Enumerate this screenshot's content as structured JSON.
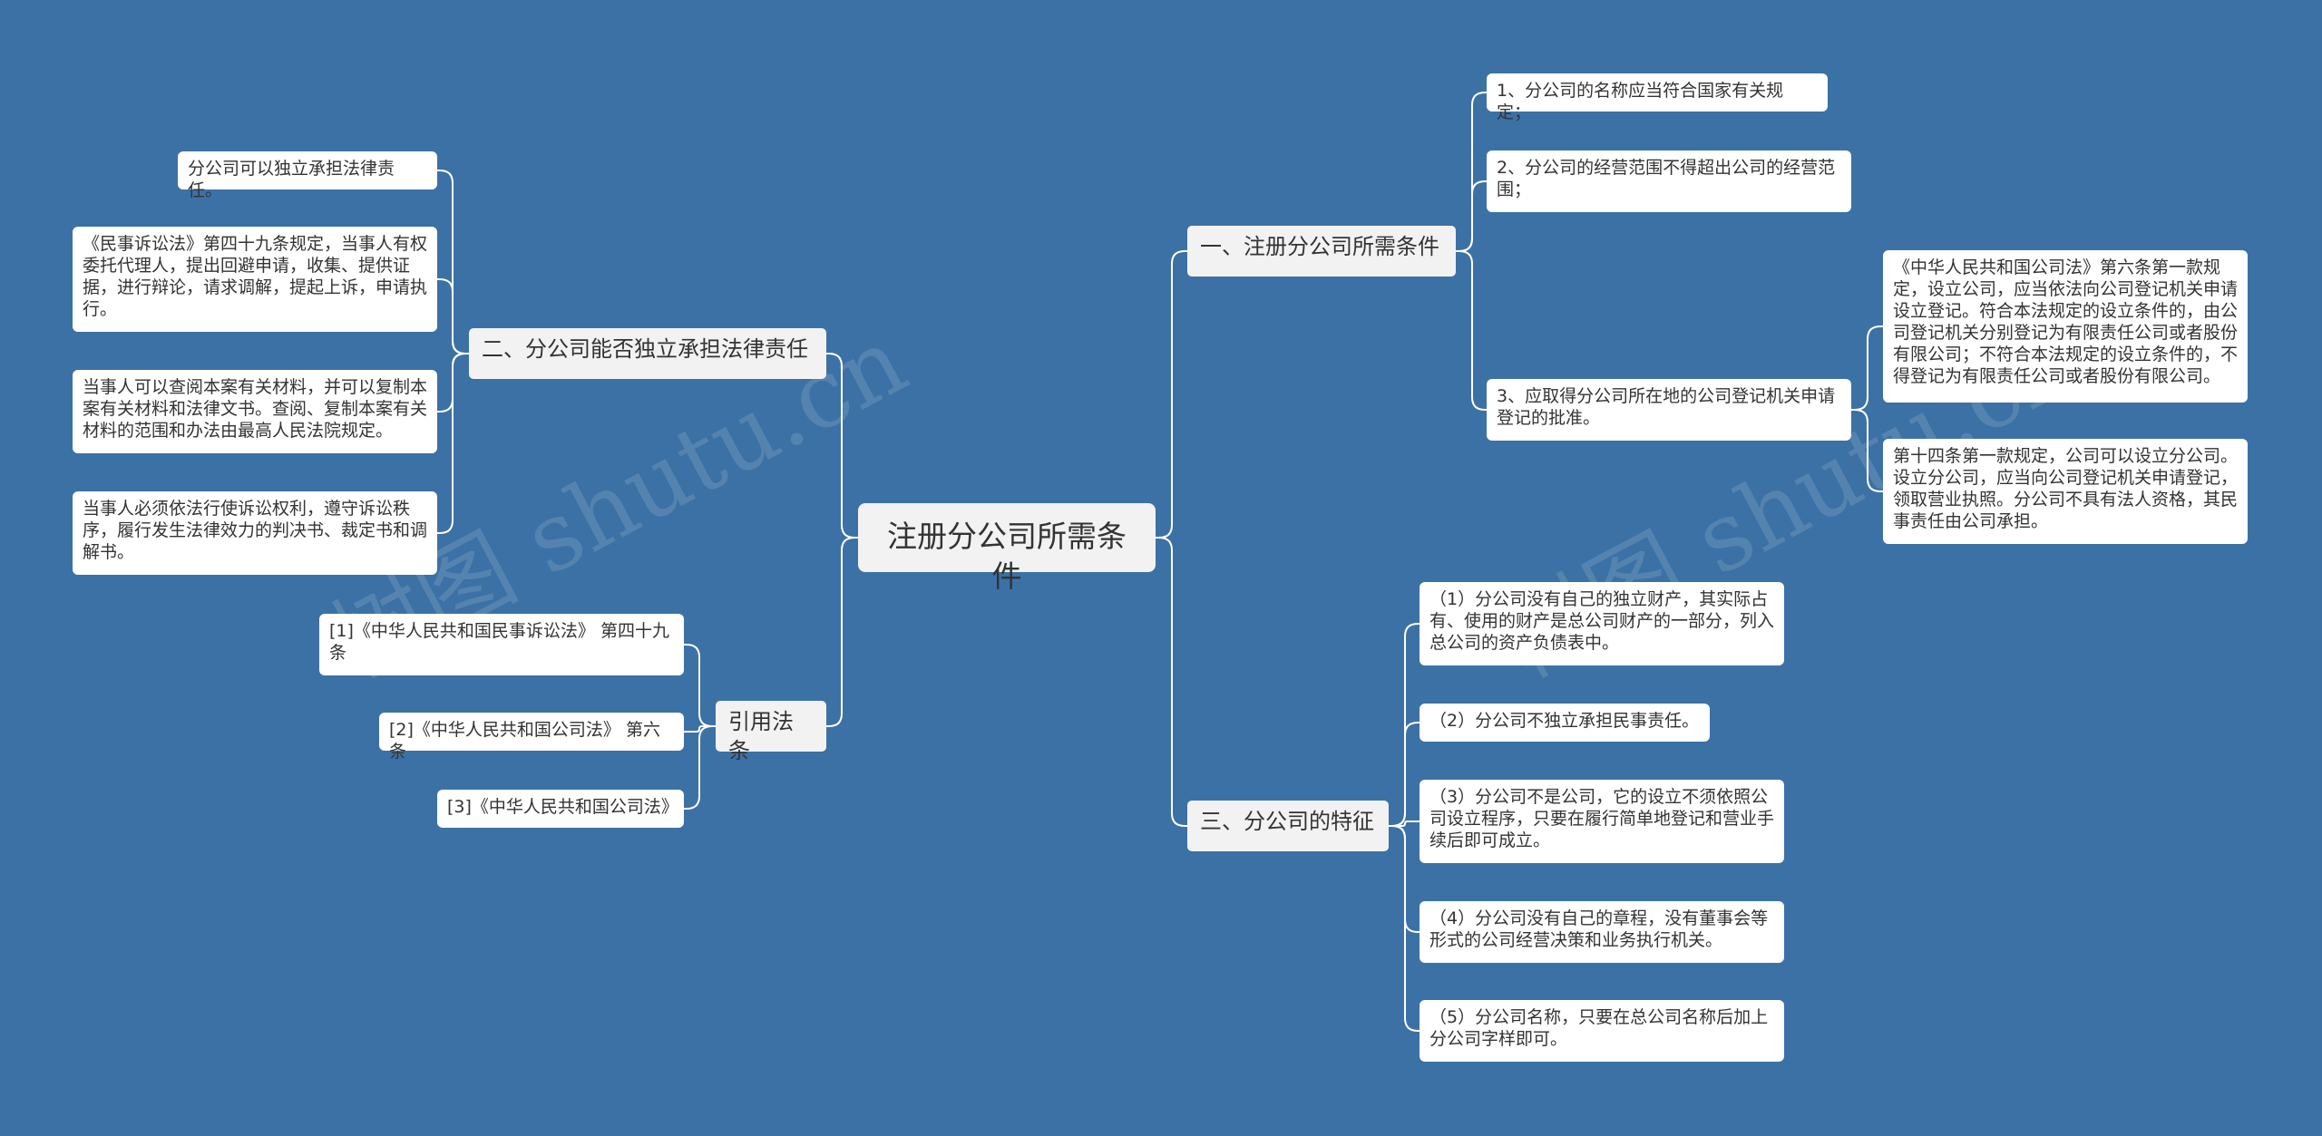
{
  "colors": {
    "background": "#3c71a5",
    "line": "#ffffff",
    "node": "#ffffff",
    "topic": "#f2f2f2"
  },
  "watermark": "树图 shutu.cn",
  "root": {
    "id": "root",
    "text": "注册分公司所需条件"
  },
  "topics": [
    {
      "id": "t1",
      "text": "一、注册分公司所需条件"
    },
    {
      "id": "t2",
      "text": "二、分公司能否独立承担法律责任"
    },
    {
      "id": "t3",
      "text": "三、分公司的特征"
    },
    {
      "id": "t4",
      "text": "引用法条"
    }
  ],
  "leaves": [
    {
      "id": "l1",
      "text": "1、分公司的名称应当符合国家有关规定；"
    },
    {
      "id": "l2",
      "text": "2、分公司的经营范围不得超出公司的经营范围；"
    },
    {
      "id": "l3",
      "text": "3、应取得分公司所在地的公司登记机关申请登记的批准。"
    },
    {
      "id": "l3a",
      "text": "《中华人民共和国公司法》第六条第一款规定，设立公司，应当依法向公司登记机关申请设立登记。符合本法规定的设立条件的，由公司登记机关分别登记为有限责任公司或者股份有限公司；不符合本法规定的设立条件的，不得登记为有限责任公司或者股份有限公司。"
    },
    {
      "id": "l3b",
      "text": "第十四条第一款规定，公司可以设立分公司。设立分公司，应当向公司登记机关申请登记，领取营业执照。分公司不具有法人资格，其民事责任由公司承担。"
    },
    {
      "id": "l4",
      "text": "分公司可以独立承担法律责任。"
    },
    {
      "id": "l5",
      "text": "《民事诉讼法》第四十九条规定，当事人有权委托代理人，提出回避申请，收集、提供证据，进行辩论，请求调解，提起上诉，申请执行。"
    },
    {
      "id": "l6",
      "text": "当事人可以查阅本案有关材料，并可以复制本案有关材料和法律文书。查阅、复制本案有关材料的范围和办法由最高人民法院规定。"
    },
    {
      "id": "l7",
      "text": "当事人必须依法行使诉讼权利，遵守诉讼秩序，履行发生法律效力的判决书、裁定书和调解书。"
    },
    {
      "id": "l8",
      "text": "（1）分公司没有自己的独立财产，其实际占有、使用的财产是总公司财产的一部分，列入总公司的资产负债表中。"
    },
    {
      "id": "l9",
      "text": "（2）分公司不独立承担民事责任。"
    },
    {
      "id": "l10",
      "text": "（3）分公司不是公司，它的设立不须依照公司设立程序，只要在履行简单地登记和营业手续后即可成立。"
    },
    {
      "id": "l11",
      "text": "（4）分公司没有自己的章程，没有董事会等形式的公司经营决策和业务执行机关。"
    },
    {
      "id": "l12",
      "text": "（5）分公司名称，只要在总公司名称后加上分公司字样即可。"
    },
    {
      "id": "l13",
      "text": "[1]《中华人民共和国民事诉讼法》 第四十九条"
    },
    {
      "id": "l14",
      "text": "[2]《中华人民共和国公司法》 第六条"
    },
    {
      "id": "l15",
      "text": "[3]《中华人民共和国公司法》"
    }
  ],
  "edges": [
    [
      "root",
      "t1"
    ],
    [
      "root",
      "t2"
    ],
    [
      "root",
      "t3"
    ],
    [
      "root",
      "t4"
    ],
    [
      "t1",
      "l1"
    ],
    [
      "t1",
      "l2"
    ],
    [
      "t1",
      "l3"
    ],
    [
      "l3",
      "l3a"
    ],
    [
      "l3",
      "l3b"
    ],
    [
      "t2",
      "l4"
    ],
    [
      "t2",
      "l5"
    ],
    [
      "t2",
      "l6"
    ],
    [
      "t2",
      "l7"
    ],
    [
      "t3",
      "l8"
    ],
    [
      "t3",
      "l9"
    ],
    [
      "t3",
      "l10"
    ],
    [
      "t3",
      "l11"
    ],
    [
      "t3",
      "l12"
    ],
    [
      "t4",
      "l13"
    ],
    [
      "t4",
      "l14"
    ],
    [
      "t4",
      "l15"
    ]
  ]
}
